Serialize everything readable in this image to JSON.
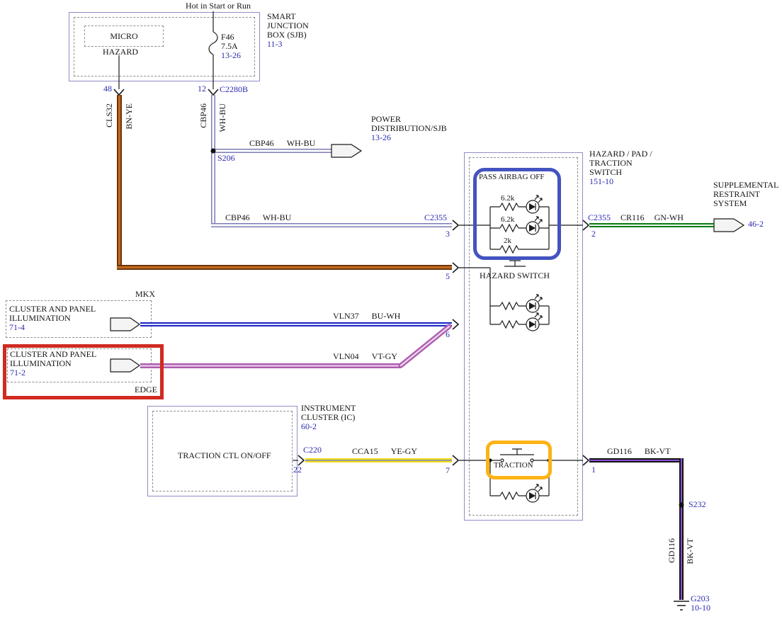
{
  "hot_label": "Hot in Start or Run",
  "sjb": {
    "micro": "MICRO",
    "hazard": "HAZARD",
    "fuse_name": "F46",
    "fuse_rating": "7.5A",
    "fuse_page": "13-26",
    "name1": "SMART",
    "name2": "JUNCTION",
    "name3": "BOX (SJB)",
    "page": "11-3",
    "pin_left": "48",
    "pin_right": "12",
    "connector": "C2280B"
  },
  "splice_top": "S206",
  "splice_bottom": "S232",
  "wire_cls32": {
    "circuit": "CLS32",
    "color": "BN-YE"
  },
  "wire_cbp46": {
    "circuit": "CBP46",
    "color": "WH-BU"
  },
  "wire_vln37": {
    "circuit": "VLN37",
    "color": "BU-WH"
  },
  "wire_vln04": {
    "circuit": "VLN04",
    "color": "VT-GY"
  },
  "wire_cca15": {
    "circuit": "CCA15",
    "color": "YE-GY"
  },
  "wire_cr116": {
    "circuit": "CR116",
    "color": "GN-WH"
  },
  "wire_gd116": {
    "circuit": "GD116",
    "color": "BK-VT"
  },
  "power_dist": {
    "name1": "POWER",
    "name2": "DISTRIBUTION/SJB",
    "page": "13-26"
  },
  "srs": {
    "name1": "SUPPLEMENTAL",
    "name2": "RESTRAINT",
    "name3": "SYSTEM",
    "page": "46-2"
  },
  "hazard_switch": {
    "name1": "HAZARD / PAD /",
    "name2": "TRACTION",
    "name3": "SWITCH",
    "page": "151-10",
    "pass_airbag": "PASS AIRBAG OFF",
    "res1": "6.2k",
    "res2": "6.2k",
    "res3": "2k",
    "hazard_label": "HAZARD SWITCH",
    "traction_label": "TRACTION",
    "conn_left": "C2355",
    "conn_right": "C2355",
    "pin3": "3",
    "pin5": "5",
    "pin6": "6",
    "pin7": "7",
    "pin2": "2",
    "pin1": "1"
  },
  "mkx_box": {
    "badge": "MKX",
    "name1": "CLUSTER AND PANEL",
    "name2": "ILLUMINATION",
    "page": "71-4"
  },
  "edge_box": {
    "badge": "EDGE",
    "name1": "CLUSTER AND PANEL",
    "name2": "ILLUMINATION",
    "page": "71-2"
  },
  "ic": {
    "name1": "INSTRUMENT",
    "name2": "CLUSTER (IC)",
    "page": "60-2",
    "label": "TRACTION CTL ON/OFF",
    "connector": "C220",
    "pin": "22"
  },
  "ground": {
    "name": "G203",
    "page": "10-10"
  }
}
